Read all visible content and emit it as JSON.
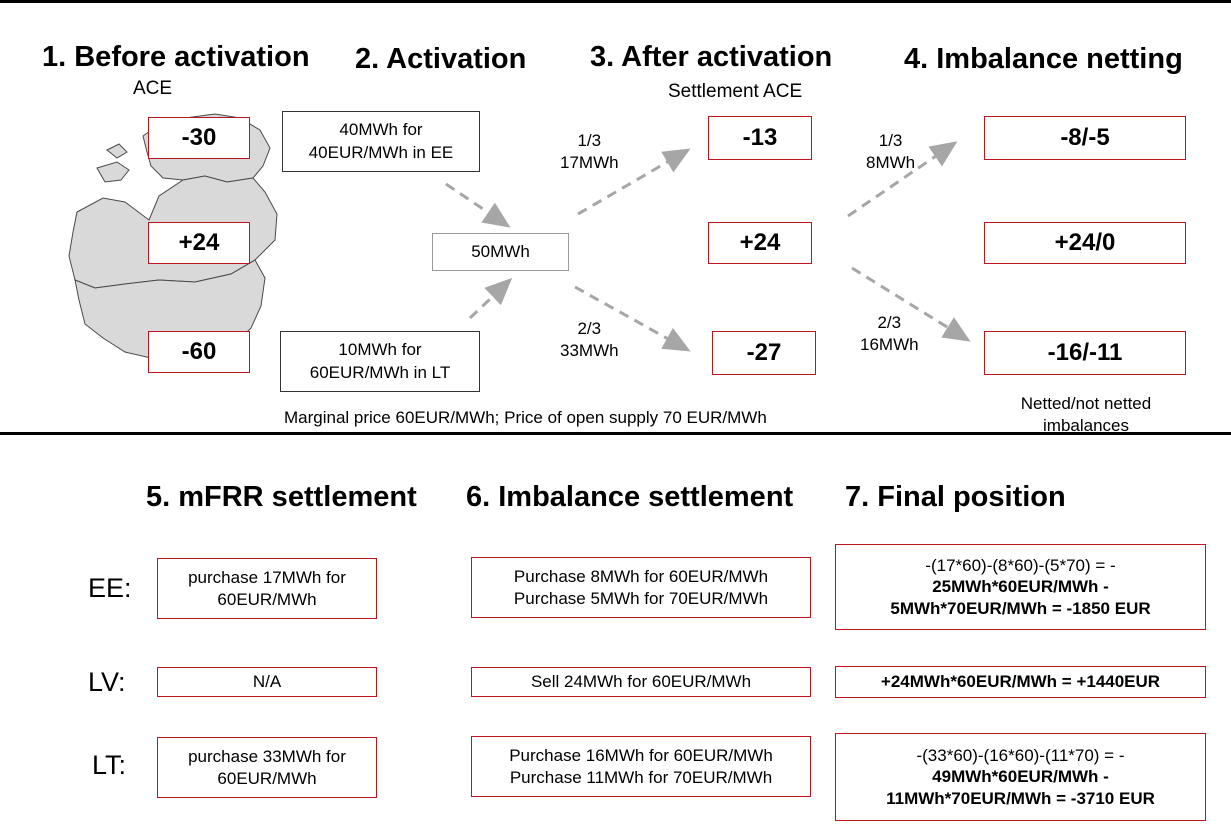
{
  "top": {
    "step1_title": "1. Before activation",
    "step2_title": "2. Activation",
    "step3_title": "3. After activation",
    "step4_title": "4. Imbalance netting",
    "ace_label": "ACE",
    "settlement_ace_label": "Settlement ACE",
    "before_values": [
      "-30",
      "+24",
      "-60"
    ],
    "offer_ee": "40MWh for 40EUR/MWh in EE",
    "offer_lt": "10MWh for 60EUR/MWh in LT",
    "activation_total": "50MWh",
    "split_top_fraction": "1/3",
    "split_top_amount": "17MWh",
    "split_bottom_fraction": "2/3",
    "split_bottom_amount": "33MWh",
    "after_values": [
      "-13",
      "+24",
      "-27"
    ],
    "net_top_fraction": "1/3",
    "net_top_amount": "8MWh",
    "net_bottom_fraction": "2/3",
    "net_bottom_amount": "16MWh",
    "netting_values": [
      "-8/-5",
      "+24/0",
      "-16/-11"
    ],
    "marginal_note": "Marginal price 60EUR/MWh; Price of open supply 70 EUR/MWh",
    "netted_note_line1": "Netted/not netted",
    "netted_note_line2": "imbalances"
  },
  "bottom": {
    "step5_title": "5. mFRR settlement",
    "step6_title": "6. Imbalance settlement",
    "step7_title": "7. Final position",
    "rows": [
      {
        "label": "EE:",
        "mfrr": "purchase 17MWh for 60EUR/MWh",
        "imb_line1": "Purchase 8MWh for 60EUR/MWh",
        "imb_line2": "Purchase 5MWh for 70EUR/MWh",
        "final_line1": "-(17*60)-(8*60)-(5*70) = -",
        "final_line2": "25MWh*60EUR/MWh -",
        "final_line3": "5MWh*70EUR/MWh = -1850 EUR"
      },
      {
        "label": "LV:",
        "mfrr": "N/A",
        "imb_line1": "Sell 24MWh for 60EUR/MWh",
        "final_line1": "+24MWh*60EUR/MWh = +1440EUR"
      },
      {
        "label": "LT:",
        "mfrr": "purchase 33MWh for 60EUR/MWh",
        "imb_line1": "Purchase 16MWh for 60EUR/MWh",
        "imb_line2": "Purchase 11MWh for 70EUR/MWh",
        "final_line1": "-(33*60)-(16*60)-(11*70) = -",
        "final_line2": "49MWh*60EUR/MWh -",
        "final_line3": "11MWh*70EUR/MWh = -3710 EUR"
      }
    ]
  },
  "colors": {
    "box_border": "#c0141c",
    "map_fill": "#d9d9d9",
    "arrow": "#a6a6a6"
  }
}
